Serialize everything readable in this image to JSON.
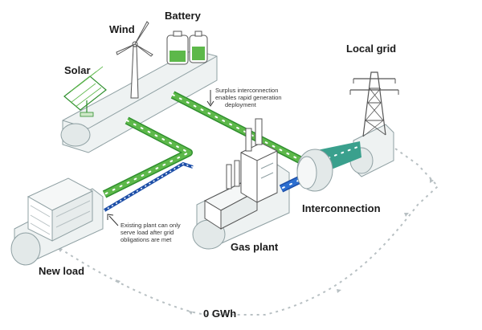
{
  "labels": {
    "solar": "Solar",
    "wind": "Wind",
    "battery": "Battery",
    "local_grid": "Local grid",
    "interconnection": "Interconnection",
    "gas_plant": "Gas plant",
    "new_load": "New load",
    "energy_flow": "0 GWh"
  },
  "annotations": {
    "surplus": [
      "Surplus interconnection",
      "enables rapid generation",
      "deployment"
    ],
    "existing": [
      "Existing plant can only",
      "serve load after grid",
      "obligations are met"
    ]
  },
  "colors": {
    "green": "#5db84a",
    "green_dark": "#2f8f2e",
    "blue": "#2d6fd0",
    "blue_dark": "#1d4fa8",
    "teal": "#3aa08d",
    "platform": "#e9eeee",
    "platform_edge": "#9aa5a8",
    "dashed": "#b8c0c3"
  },
  "icons": [
    "solar-panel-icon",
    "wind-turbine-icon",
    "battery-icon",
    "transmission-tower-icon",
    "gas-plant-icon",
    "data-center-icon"
  ]
}
